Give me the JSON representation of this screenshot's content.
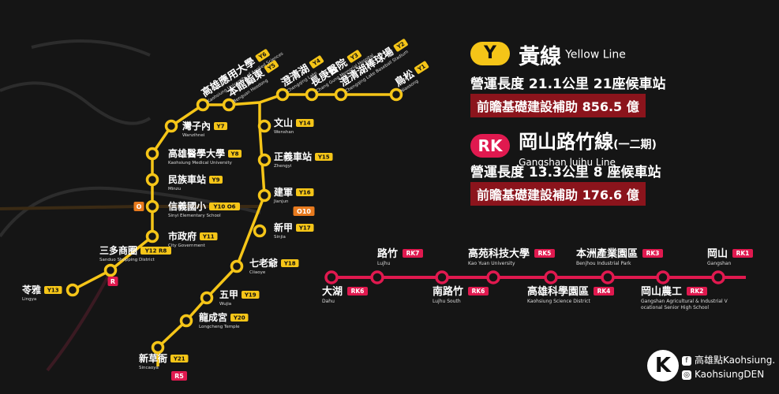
{
  "colors": {
    "yellow": "#f5c518",
    "red": "#e0194f",
    "orange": "#e87a1e",
    "background": "#151515"
  },
  "panel": {
    "yellow": {
      "badge": "Y",
      "name_zh": "黃線",
      "name_en": "Yellow Line",
      "stats": "營運長度 21.1公里 21座候車站",
      "grant": "前瞻基礎建設補助 856.5 億"
    },
    "red": {
      "badge": "RK",
      "name_zh": "岡山路竹線",
      "name_suffix": "(一二期)",
      "name_en": "Gangshan lujhu Line",
      "stats": "營運長度 13.3公里 8 座候車站",
      "grant": "前瞻基礎建設補助 176.6 億"
    }
  },
  "yellow_stations": [
    {
      "zh": "高雄應用大學",
      "en": "Kaohsiung University of Applied Sciences",
      "code": "Y6"
    },
    {
      "zh": "本館鮨東",
      "en": "Benguan Heedong",
      "code": "Y5"
    },
    {
      "zh": "澄清湖",
      "en": "Chengqing Lake",
      "code": "Y4"
    },
    {
      "zh": "長庚醫院",
      "en": "Chang Gung Memorial Hospital",
      "code": "Y3"
    },
    {
      "zh": "澄清湖棒球場",
      "en": "Chengqing Lake Baseball Stadium",
      "code": "Y2"
    },
    {
      "zh": "鳥松",
      "en": "Niaosong",
      "code": "Y1"
    },
    {
      "zh": "灣子內",
      "en": "Wanzihnei",
      "code": "Y7"
    },
    {
      "zh": "高雄醫學大學",
      "en": "Kaohsiung Medical University",
      "code": "Y8"
    },
    {
      "zh": "民族車站",
      "en": "Minzu",
      "code": "Y9"
    },
    {
      "zh": "信義國小",
      "en": "Sinyi Elementary School",
      "code": "Y10 O6"
    },
    {
      "zh": "市政府",
      "en": "City Government",
      "code": "Y11"
    },
    {
      "zh": "三多商圈",
      "en": "Sanduo Shopping District",
      "code": "Y12 R8"
    },
    {
      "zh": "苓雅",
      "en": "Lingya",
      "code": "Y13"
    },
    {
      "zh": "文山",
      "en": "Wenshan",
      "code": "Y14"
    },
    {
      "zh": "正義車站",
      "en": "Zhengyi",
      "code": "Y15"
    },
    {
      "zh": "建軍",
      "en": "Jianjun",
      "code": "Y16"
    },
    {
      "zh": "新甲",
      "en": "Sinjia",
      "code": "Y17"
    },
    {
      "zh": "七老爺",
      "en": "Ciiaoye",
      "code": "Y18"
    },
    {
      "zh": "五甲",
      "en": "Wujia",
      "code": "Y19"
    },
    {
      "zh": "龍成宮",
      "en": "Longcheng Temple",
      "code": "Y20"
    },
    {
      "zh": "新草衙",
      "en": "Sincaoya",
      "code": "Y21"
    }
  ],
  "red_stations": [
    {
      "zh": "路竹",
      "en": "Lujhu",
      "code": "RK7"
    },
    {
      "zh": "大湖",
      "en": "Dahu",
      "code": "RK6"
    },
    {
      "zh": "南路竹",
      "en": "Lujhu South",
      "code": "RK6"
    },
    {
      "zh": "高苑科技大學",
      "en": "Kao Yuan University",
      "code": "RK5"
    },
    {
      "zh": "高雄科學園區",
      "en": "Kaohsiung Science District",
      "code": "RK4"
    },
    {
      "zh": "本洲產業園區",
      "en": "Benjhou Industrial Park",
      "code": "RK3"
    },
    {
      "zh": "岡山農工",
      "en": "Gangshan Agricultural & Industrial Vocational Senior High School",
      "code": "RK2"
    },
    {
      "zh": "岡山",
      "en": "Gangshan",
      "code": "RK1"
    }
  ],
  "transfer_markers": {
    "o": "O",
    "r": "R",
    "o10": "O10",
    "r5": "R5"
  },
  "social": {
    "logo": "K",
    "facebook": "高雄點Kaohsiung.",
    "instagram": "KaohsiungDEN",
    "fb_icon": "facebook-icon",
    "ig_icon": "instagram-icon"
  }
}
